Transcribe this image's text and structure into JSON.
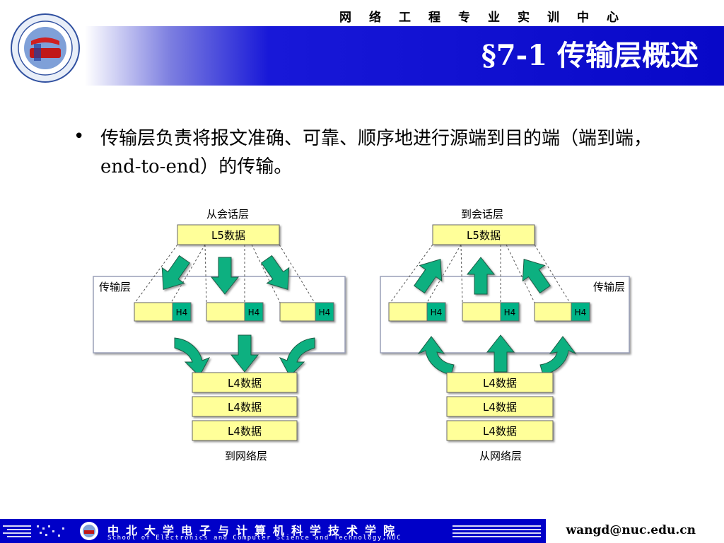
{
  "header": {
    "tagline": "网络工程专业实训中心",
    "title": "§7-1 传输层概述"
  },
  "bullet": {
    "text": "传输层负责将报文准确、可靠、顺序地进行源端到目的端（端到端，end-to-end）的传输。"
  },
  "diagram": {
    "left": {
      "top_label": "从会话层",
      "l5_label": "L5数据",
      "layer_label": "传输层",
      "h4_labels": [
        "H4",
        "H4",
        "H4"
      ],
      "l4_labels": [
        "L4数据",
        "L4数据",
        "L4数据"
      ],
      "bottom_label": "到网络层"
    },
    "right": {
      "top_label": "到会话层",
      "l5_label": "L5数据",
      "layer_label": "传输层",
      "h4_labels": [
        "H4",
        "H4",
        "H4"
      ],
      "l4_labels": [
        "L4数据",
        "L4数据",
        "L4数据"
      ],
      "bottom_label": "从网络层"
    },
    "colors": {
      "box": "#ffff99",
      "header": "#00b386",
      "arrow": "#10b080"
    }
  },
  "footer": {
    "school_cn": "中北大学电子与计算机科学技术学院",
    "school_en": "School of Electronics and Computer Science and Technology,NUC",
    "email": "wangd@nuc.edu.cn"
  }
}
